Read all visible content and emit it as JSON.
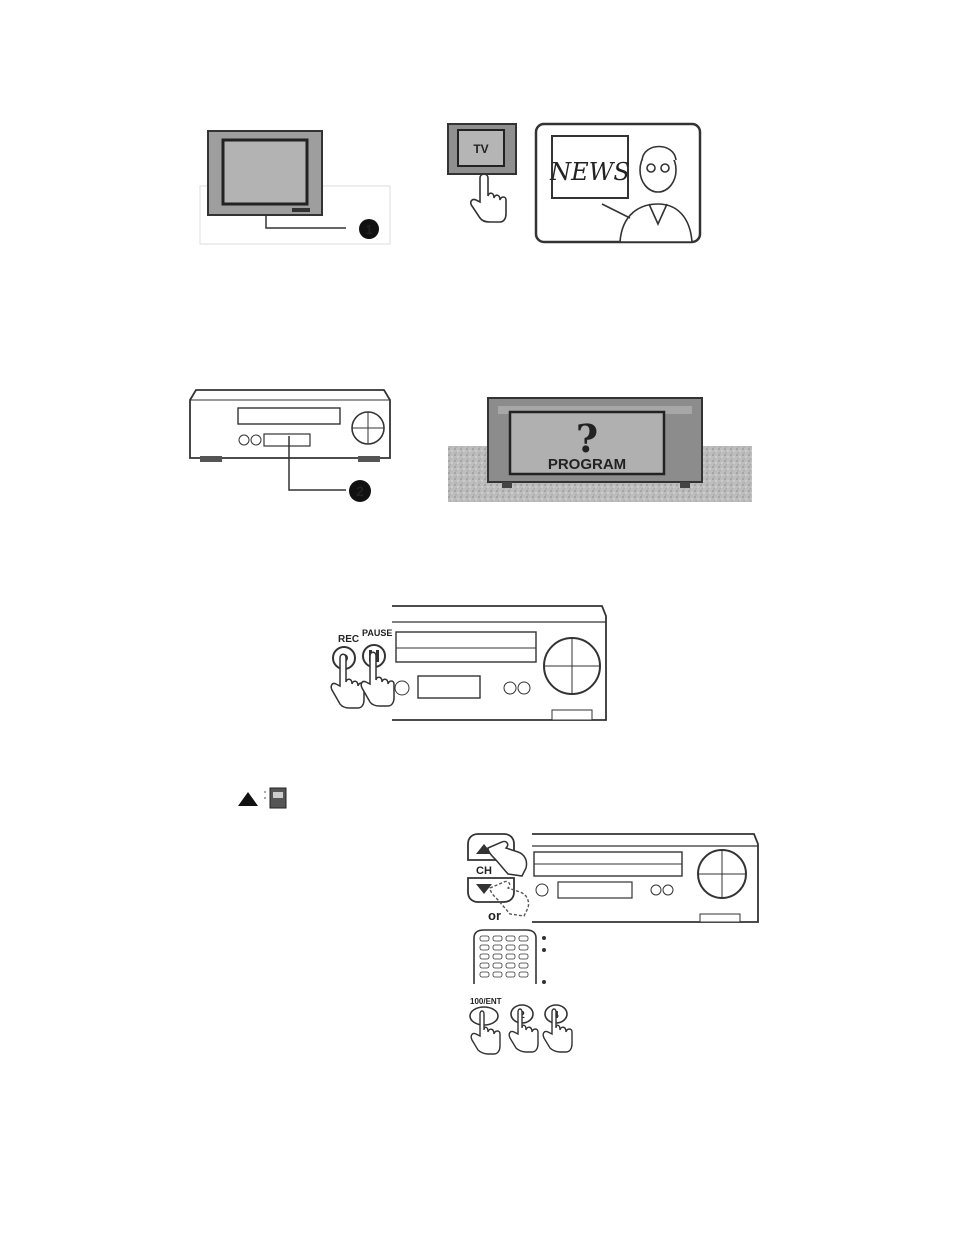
{
  "figures": {
    "tv_set": {
      "callout": "1"
    },
    "tv_news": {
      "tv_button_label": "TV",
      "sign_text": "NEWS"
    },
    "vcr_front": {
      "callout": "2"
    },
    "program_screen": {
      "question_mark": "?",
      "screen_text": "PROGRAM"
    },
    "rec_pause": {
      "rec_label": "REC",
      "pause_label": "PAUSE"
    },
    "channel_select": {
      "ch_label": "CH",
      "or_text": "or",
      "enter_label": "100/ENT",
      "digit_1": "2",
      "digit_2": "4"
    }
  },
  "icons": {
    "eject_arrow": "eject-triangle-icon",
    "cassette": "cassette-icon"
  },
  "colors": {
    "screen_gray": "#a9a9a9",
    "frame_dark": "#3a3a3a",
    "floor_gray": "#bdbdbd"
  }
}
